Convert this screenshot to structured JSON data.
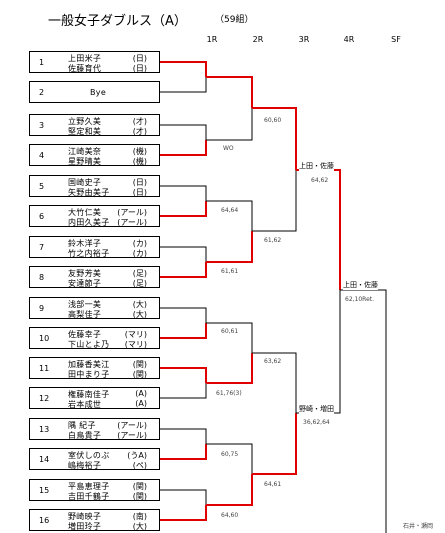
{
  "title": "一般女子ダブルス（A）",
  "count": "（59組）",
  "rounds": [
    "1R",
    "2R",
    "3R",
    "4R",
    "SF"
  ],
  "entries": [
    {
      "num": "1",
      "p1": "上田米子",
      "c1": "(日)",
      "p2": "佐藤育代",
      "c2": "(日)"
    },
    {
      "num": "2",
      "p1": "Bye",
      "c1": "",
      "p2": "",
      "c2": ""
    },
    {
      "num": "3",
      "p1": "立野久美",
      "c1": "(才)",
      "p2": "堅定和美",
      "c2": "(才)"
    },
    {
      "num": "4",
      "p1": "江崎美奈",
      "c1": "(機)",
      "p2": "星野晴美",
      "c2": "(機)"
    },
    {
      "num": "5",
      "p1": "国崎史子",
      "c1": "(日)",
      "p2": "矢野由美子",
      "c2": "(日)"
    },
    {
      "num": "6",
      "p1": "大竹仁美",
      "c1": "(アール)",
      "p2": "内田久美子",
      "c2": "(アール)"
    },
    {
      "num": "7",
      "p1": "鈴木洋子",
      "c1": "(カ)",
      "p2": "竹之内裕子",
      "c2": "(カ)"
    },
    {
      "num": "8",
      "p1": "友野芳美",
      "c1": "(足)",
      "p2": "安達節子",
      "c2": "(足)"
    },
    {
      "num": "9",
      "p1": "浅部一美",
      "c1": "(大)",
      "p2": "高梨佳子",
      "c2": "(大)"
    },
    {
      "num": "10",
      "p1": "佐藤幸子",
      "c1": "(マリ)",
      "p2": "下山とよ乃",
      "c2": "(マリ)"
    },
    {
      "num": "11",
      "p1": "加藤香美江",
      "c1": "(関)",
      "p2": "田中まり子",
      "c2": "(関)"
    },
    {
      "num": "12",
      "p1": "権藤南佳子",
      "c1": "(A)",
      "p2": "岩本成世",
      "c2": "(A)"
    },
    {
      "num": "13",
      "p1": "隅 紀子",
      "c1": "(アール)",
      "p2": "白鳥貴子",
      "c2": "(アール)"
    },
    {
      "num": "14",
      "p1": "室伏しのぶ",
      "c1": "(うA)",
      "p2": "嶋梅裕子",
      "c2": "(ペ)"
    },
    {
      "num": "15",
      "p1": "平島恵理子",
      "c1": "(関)",
      "p2": "吉田千鶴子",
      "c2": "(関)"
    },
    {
      "num": "16",
      "p1": "野崎映子",
      "c1": "(南)",
      "p2": "増田玲子",
      "c2": "(大)"
    }
  ],
  "scores": {
    "s3_4": "WO",
    "s5_6": "64,64",
    "s7_8": "61,61",
    "s9_10": "60,61",
    "s11_12": "61,76(3)",
    "s13_14": "60,75",
    "s15_16": "64,60",
    "r2a": "60,60",
    "r2b": "61,62",
    "r2c": "63,62",
    "r2d": "64,61",
    "r3a": "64,62",
    "r3b": "36,62,64",
    "r4": "62,10Ret."
  },
  "winners": {
    "r3a": "上田・佐藤",
    "r3b": "野崎・増田",
    "r4": "上田・佐藤"
  },
  "footer": "石井・瀬岡",
  "colors": {
    "winner_line": "#e00000",
    "line": "#000000"
  }
}
